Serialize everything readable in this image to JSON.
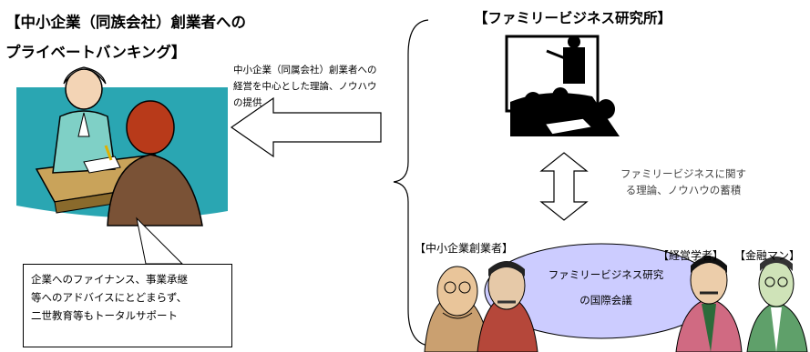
{
  "title_left": {
    "line1": "【中小企業（同族会社）創業者への",
    "line2": "プライベートバンキング】"
  },
  "title_right": "【ファミリービジネス研究所】",
  "arrow_text": {
    "line1": "中小企業（同属会社）創業者への",
    "line2": "経営を中心とした理論、ノウハウ",
    "line3": "の提供"
  },
  "knowledge_text": {
    "line1": "ファミリービジネスに関す",
    "line2": "る理論、ノウハウの蓄積"
  },
  "callout": {
    "line1": "企業へのファイナンス、事業承継",
    "line2": "等へのアドバイスにとどまらず、",
    "line3": "二世教育等もトータルサポート"
  },
  "labels": {
    "founders": "【中小企業創業者】",
    "scholars": "【経営学者】",
    "bankers": "【金融マン】"
  },
  "conference": {
    "line1": "ファミリービジネス研究",
    "line2": "の国際会議"
  },
  "colors": {
    "ellipse_fill": "#ccccff",
    "teal_background": "#2aa6b2"
  }
}
